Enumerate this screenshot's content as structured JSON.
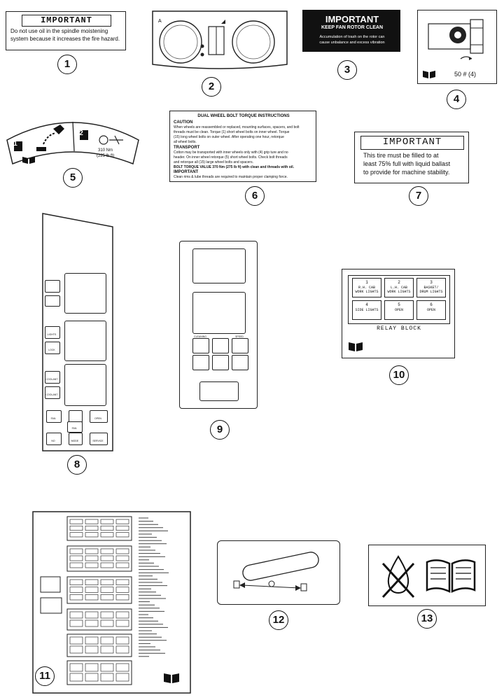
{
  "callouts": [
    "1",
    "2",
    "3",
    "4",
    "5",
    "6",
    "7",
    "8",
    "9",
    "10",
    "11",
    "12",
    "13"
  ],
  "decal1": {
    "heading": "IMPORTANT",
    "line1": "Do not use oil in the spindle moistening",
    "line2": "system because it increases the fire hazard."
  },
  "decal3": {
    "heading": "IMPORTANT",
    "subheading": "KEEP FAN ROTOR CLEAN",
    "line1": "Accumulation of trash on the rotor can",
    "line2": "cause unbalance and excess vibration"
  },
  "decal4": {
    "label": "50 # (4)"
  },
  "decal5": {
    "step1": "1",
    "step2": "2",
    "spec1": "310 Nm",
    "spec2": "(225 lb ft)"
  },
  "decal6": {
    "title": "DUAL WHEEL BOLT TORQUE INSTRUCTIONS",
    "lines": [
      "CAUTION",
      "When wheels are reassembled or replaced, mounting surfaces, spacers, and bolt",
      "threads must be clean. Torque (1) short wheel bolts on inner wheel. Torque",
      "(15) long wheel bolts on outer wheel. After operating one hour, retorque",
      "all wheel bolts.",
      "TRANSPORT",
      "Cotton may be transported with inner wheels only with (4) grip ture and no",
      "header. On inner wheel retorque (5) short wheel bolts. Check bolt threads",
      "and retorque all (15) large wheel bolts and spacers.",
      "BOLT TORQUE VALUE  370 Nm (275 lb ft) with clean and threads with oil.",
      "IMPORTANT",
      "Clean rims & lube threads are required to maintain proper clamping force."
    ]
  },
  "decal7": {
    "heading": "IMPORTANT",
    "line1": "This tire must be filled to at",
    "line2": "least 75% full with liquid ballast",
    "line3": "to provide for machine stability."
  },
  "decal8": {
    "labels": [
      "LIGHTS",
      "LOCK",
      "COOLANT",
      "COOLANT",
      "FAN",
      "OPEN",
      "FAN",
      "NO",
      "MODE",
      "SERVICE"
    ]
  },
  "decal9": {
    "labels": [
      "CLEANING",
      "SPEED"
    ]
  },
  "decal10": {
    "cells": [
      {
        "n": "1",
        "text": "R.H. CAB\nWORK LIGHTS"
      },
      {
        "n": "2",
        "text": "L.H. CAB\nWORK LIGHTS"
      },
      {
        "n": "3",
        "text": "BASKET/\nDRUM LIGHTS"
      },
      {
        "n": "4",
        "text": "SIDE LIGHTS"
      },
      {
        "n": "5",
        "text": "OPEN"
      },
      {
        "n": "6",
        "text": "OPEN"
      }
    ],
    "caption": "RELAY BLOCK"
  },
  "colors": {
    "ink": "#111111",
    "paper": "#ffffff",
    "label_black": "#111111"
  },
  "icons": [
    "open-book-icon",
    "no-oil-icon",
    "wrench-icon",
    "lamp-icon"
  ]
}
